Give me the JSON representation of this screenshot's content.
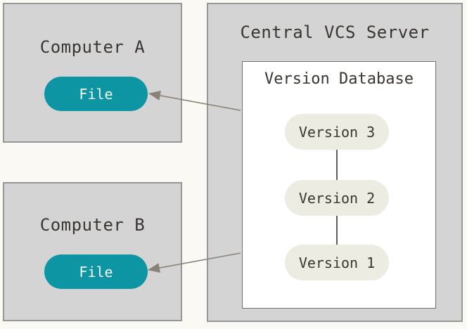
{
  "colors": {
    "page-bg": "#faf9f4",
    "box-fill": "#d4d4d4",
    "box-border": "#979797",
    "db-fill": "#ffffff",
    "db-border": "#6f6f6f",
    "file-fill": "#0e95a3",
    "file-text": "#f4f8f7",
    "version-fill": "#ecece3",
    "text": "#3a362f",
    "arrow": "#8a8276",
    "connector": "#5c5c5c"
  },
  "computer_a": {
    "label": "Computer A",
    "file_label": "File"
  },
  "computer_b": {
    "label": "Computer B",
    "file_label": "File"
  },
  "server": {
    "label": "Central VCS Server",
    "database": {
      "label": "Version Database",
      "versions": [
        "Version 3",
        "Version 2",
        "Version 1"
      ]
    }
  }
}
